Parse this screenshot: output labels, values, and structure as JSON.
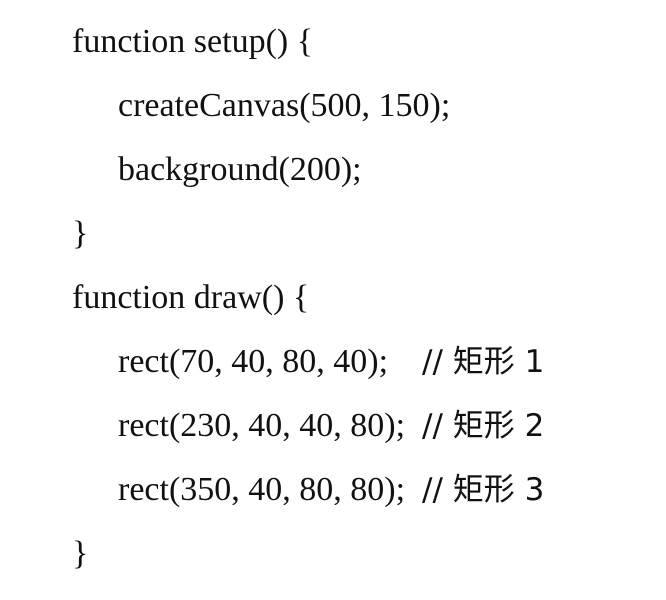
{
  "code": {
    "lines": [
      "function setup() {",
      "createCanvas(500, 150);",
      "background(200);",
      "}",
      "function draw() {",
      "rect(70, 40, 80, 40);",
      "rect(230, 40, 40, 80);",
      "rect(350, 40, 80, 80);",
      "}"
    ],
    "comments": {
      "rect1": "// 矩形 1",
      "rect2": "// 矩形 2",
      "rect3": "// 矩形 3"
    }
  }
}
